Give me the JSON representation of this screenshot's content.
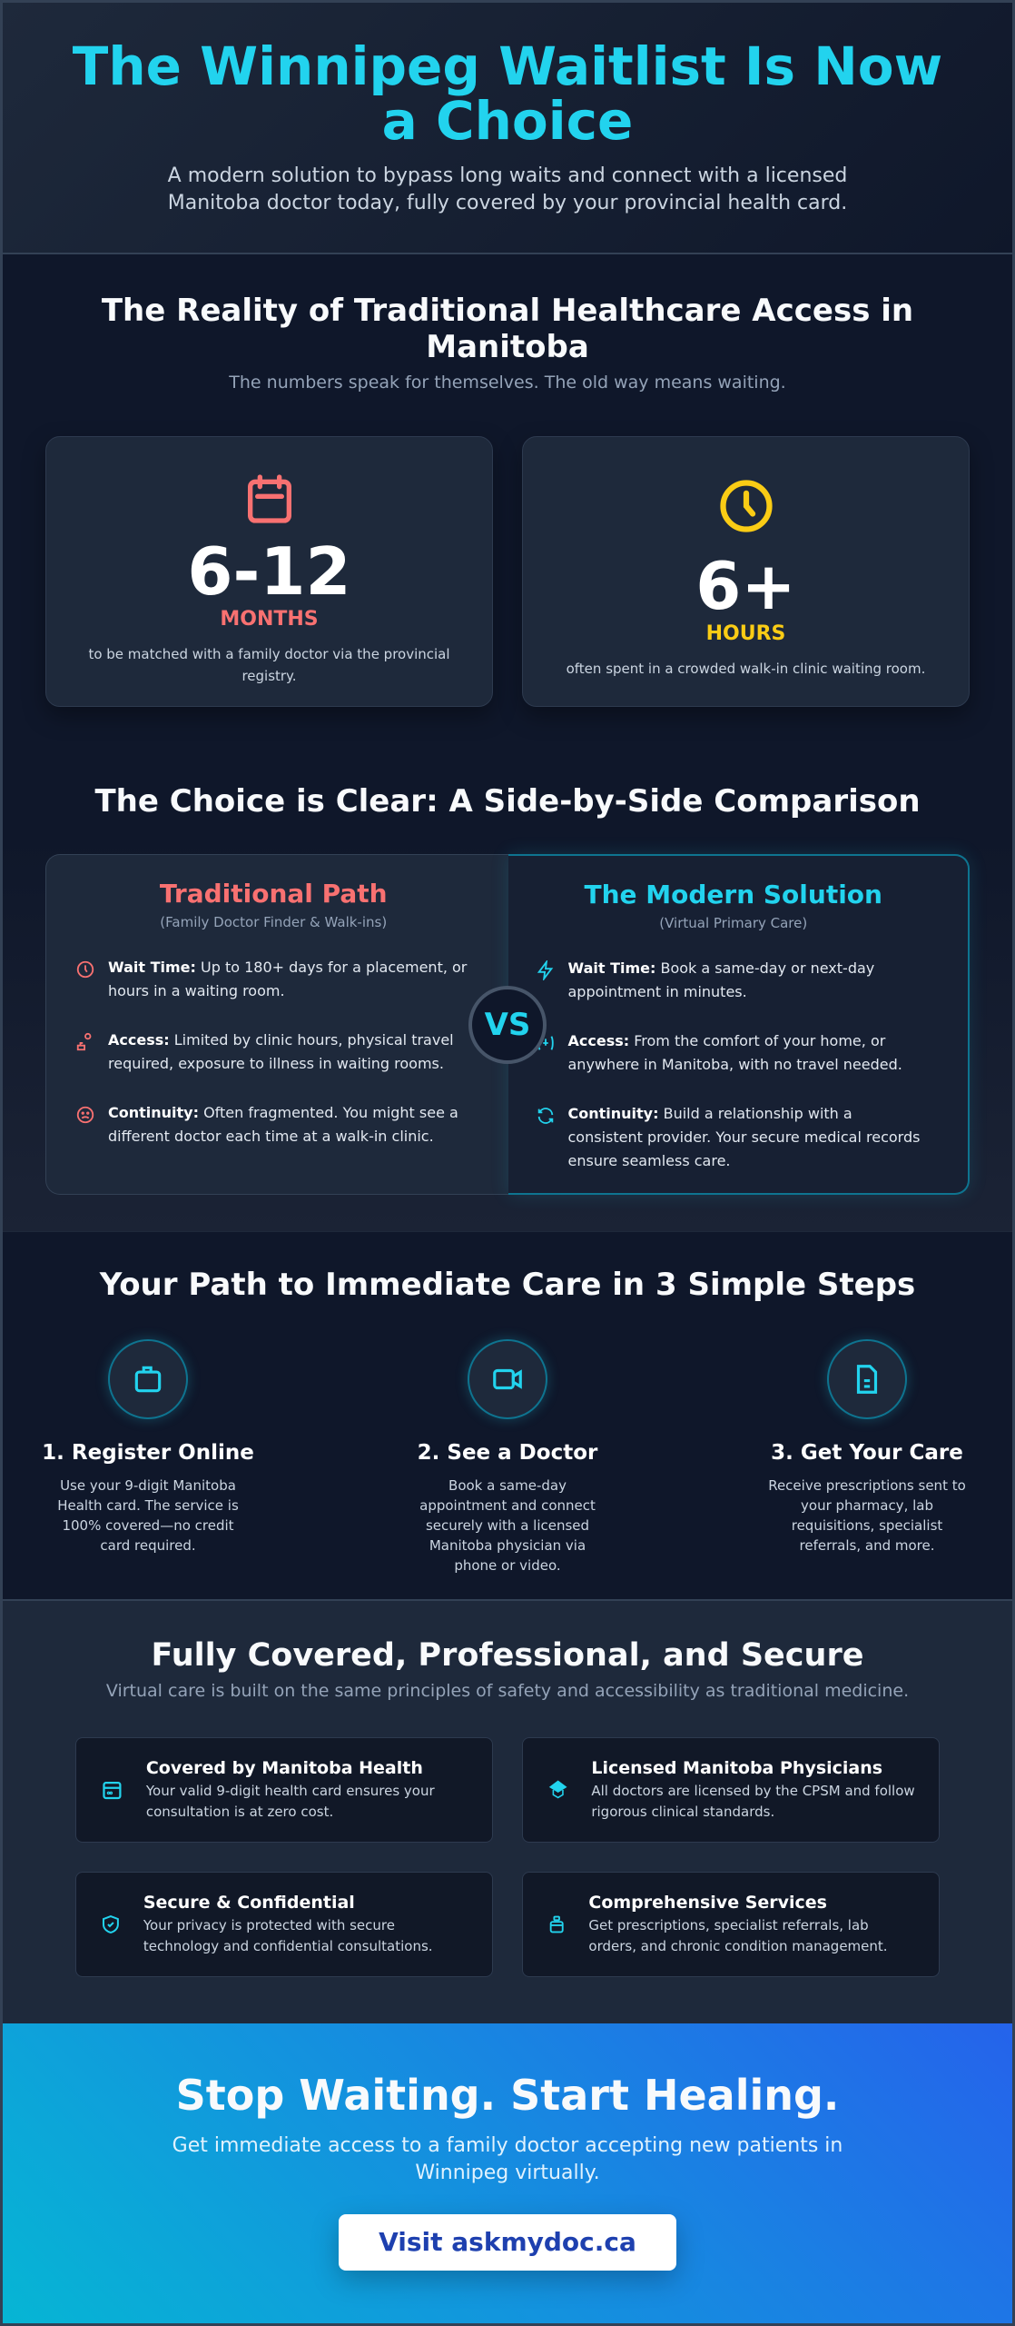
{
  "colors": {
    "accent": "#22d3ee",
    "danger": "#f87171",
    "warning": "#facc15",
    "bg": "#0f172a",
    "card": "#1e293b"
  },
  "hero": {
    "title": "The Winnipeg Waitlist Is Now a Choice",
    "subtitle": "A modern solution to bypass long waits and connect with a licensed Manitoba doctor today, fully covered by your provincial health card."
  },
  "reality": {
    "title": "The Reality of Traditional Healthcare Access in Manitoba",
    "subtitle": "The numbers speak for themselves. The old way means waiting.",
    "stats": [
      {
        "icon": "calendar-icon",
        "value": "6-12",
        "unit": "MONTHS",
        "desc": "to be matched with a family doctor via the provincial registry."
      },
      {
        "icon": "clock-icon",
        "value": "6+",
        "unit": "HOURS",
        "desc": "often spent in a crowded walk-in clinic waiting room."
      }
    ]
  },
  "comparison": {
    "title": "The Choice is Clear: A Side-by-Side Comparison",
    "vs": "VS",
    "traditional": {
      "title": "Traditional Path",
      "subtitle": "(Family Doctor Finder & Walk-ins)",
      "items": [
        {
          "icon": "clock-icon",
          "label": "Wait Time:",
          "text": " Up to 180+ days for a placement, or hours in a waiting room."
        },
        {
          "icon": "person-travel-icon",
          "label": "Access:",
          "text": " Limited by clinic hours, physical travel required, exposure to illness in waiting rooms."
        },
        {
          "icon": "sad-face-icon",
          "label": "Continuity:",
          "text": " Often fragmented. You might see a different doctor each time at a walk-in clinic."
        }
      ]
    },
    "modern": {
      "title": "The Modern Solution",
      "subtitle": "(Virtual Primary Care)",
      "items": [
        {
          "icon": "lightning-icon",
          "label": "Wait Time:",
          "text": " Book a same-day or next-day appointment in minutes."
        },
        {
          "icon": "home-signal-icon",
          "label": "Access:",
          "text": " From the comfort of your home, or anywhere in Manitoba, with no travel needed."
        },
        {
          "icon": "refresh-icon",
          "label": "Continuity:",
          "text": " Build a relationship with a consistent provider. Your secure medical records ensure seamless care."
        }
      ]
    }
  },
  "steps": {
    "title": "Your Path to Immediate Care in 3 Simple Steps",
    "items": [
      {
        "icon": "id-card-icon",
        "title": "1. Register Online",
        "desc": "Use your 9-digit Manitoba Health card. The service is 100% covered—no credit card required."
      },
      {
        "icon": "video-camera-icon",
        "title": "2. See a Doctor",
        "desc": "Book a same-day appointment and connect securely with a licensed Manitoba physician via phone or video."
      },
      {
        "icon": "document-icon",
        "title": "3. Get Your Care",
        "desc": "Receive prescriptions sent to your pharmacy, lab requisitions, specialist referrals, and more."
      }
    ]
  },
  "features": {
    "title": "Fully Covered, Professional, and Secure",
    "subtitle": "Virtual care is built on the same principles of safety and accessibility as traditional medicine.",
    "items": [
      {
        "icon": "health-card-icon",
        "title": "Covered by Manitoba Health",
        "desc": "Your valid 9-digit health card ensures your consultation is at zero cost."
      },
      {
        "icon": "graduation-cap-icon",
        "title": "Licensed Manitoba Physicians",
        "desc": "All doctors are licensed by the CPSM and follow rigorous clinical standards."
      },
      {
        "icon": "shield-check-icon",
        "title": "Secure & Confidential",
        "desc": "Your privacy is protected with secure technology and confidential consultations."
      },
      {
        "icon": "pill-bottle-icon",
        "title": "Comprehensive Services",
        "desc": "Get prescriptions, specialist referrals, lab orders, and chronic condition management."
      }
    ]
  },
  "cta": {
    "title": "Stop Waiting. Start Healing.",
    "subtitle": "Get immediate access to a family doctor accepting new patients in Winnipeg virtually.",
    "button": "Visit askmydoc.ca"
  }
}
